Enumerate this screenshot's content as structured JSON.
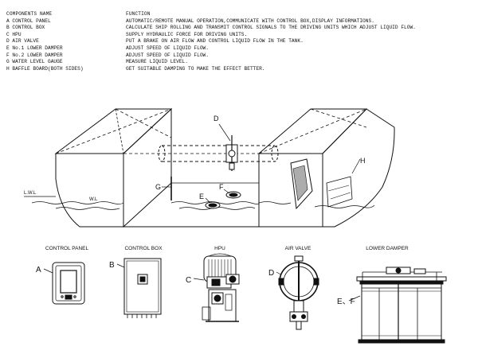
{
  "legend": {
    "header_name": "COMPONENTS NAME",
    "header_function": "FUNCTION",
    "rows": [
      {
        "name": "A CONTROL PANEL",
        "function": "AUTOMATIC/REMOTE MANUAL OPERATION,COMMUNICATE WITH CONTROL BOX,DISPLAY INFORMATIONS."
      },
      {
        "name": "B CONTROL BOX",
        "function": "CALCULATE SHIP ROLLING AND TRANSMIT CONTROL SIGNALS TO THE DRIVING UNITS WHICH ADJUST LIQUID FLOW."
      },
      {
        "name": "C HPU",
        "function": "SUPPLY HYDRAULIC FORCE FOR DRIVING UNITS."
      },
      {
        "name": "D AIR VALVE",
        "function": "PUT A BRAKE ON AIR FLOW AND CONTROL LIQUID FLOW IN THE TANK."
      },
      {
        "name": "E No.1 LOWER DAMPER",
        "function": "ADJUST SPEED OF LIQUID FLOW."
      },
      {
        "name": "F No.2 LOWER DAMPER",
        "function": "ADJUST SPEED OF LIQUID FLOW."
      },
      {
        "name": "G WATER LEVEL GAUGE",
        "function": "MEASURE LIQUID LEVEL."
      },
      {
        "name": "H BAFFLE BOARD(BOTH SIDES)",
        "function": "GET SUITABLE DAMPING TO MAKE THE EFFECT BETTER."
      }
    ]
  },
  "tank_labels": {
    "d": "D",
    "g": "G",
    "e": "E",
    "f": "F",
    "h": "H",
    "lwl": "L.W.L",
    "wl": "W.L"
  },
  "components": {
    "control_panel": {
      "title": "CONTROL PANEL",
      "callout": "A"
    },
    "control_box": {
      "title": "CONTROL BOX",
      "callout": "B"
    },
    "hpu": {
      "title": "HPU",
      "callout": "C"
    },
    "air_valve": {
      "title": "AIR VALVE",
      "callout": "D"
    },
    "lower_damper": {
      "title": "LOWER DAMPER",
      "callout": "E、F"
    }
  }
}
